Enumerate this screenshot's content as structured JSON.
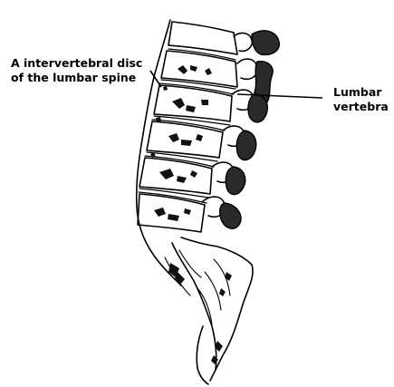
{
  "labels": {
    "disc": {
      "line1": "A intervertebral disc",
      "line2": "of the lumbar spine"
    },
    "vertebra": {
      "line1": "Lumbar",
      "line2": "vertebra"
    }
  },
  "colors": {
    "ink": "#000000",
    "bone": "#ffffff",
    "background": "#ffffff"
  }
}
